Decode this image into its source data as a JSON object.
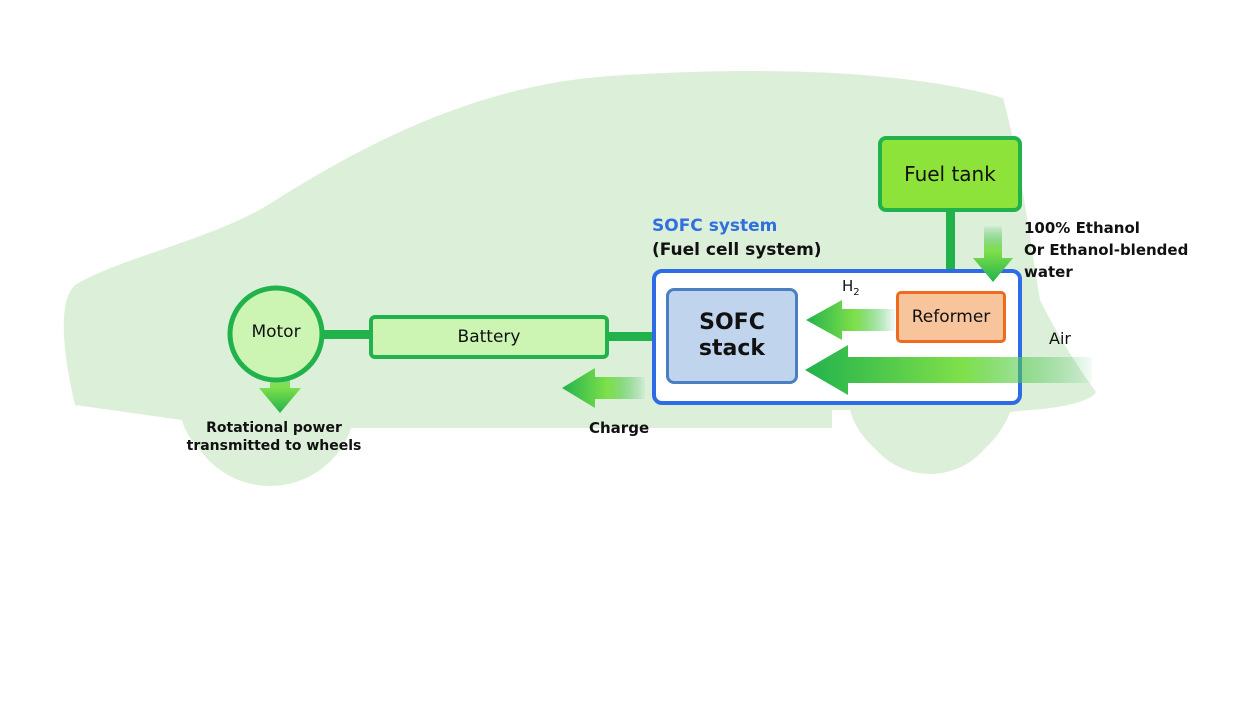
{
  "diagram": {
    "motor": "Motor",
    "battery": "Battery",
    "sofc_stack_line1": "SOFC",
    "sofc_stack_line2": "stack",
    "reformer": "Reformer",
    "fuel_tank": "Fuel tank",
    "sofc_system_title": "SOFC system",
    "sofc_system_subtitle": "(Fuel cell system)",
    "h2_label": "H",
    "h2_subscript": "2",
    "air_label": "Air",
    "charge_label": "Charge",
    "ethanol_line1": "100% Ethanol",
    "ethanol_line2": "Or Ethanol-blended",
    "ethanol_line3": "water",
    "rotational_line1": "Rotational power",
    "rotational_line2": "transmitted to wheels"
  },
  "colors": {
    "car_body": "#dcefd8",
    "connector_green": "#22b24c",
    "box_green_fill": "#ccf5b4",
    "fuel_tank_fill": "#8ee33a",
    "sofc_frame_blue": "#2e6be6",
    "sofc_stack_fill": "#c0d4ee",
    "sofc_stack_border": "#4a7fc0",
    "reformer_fill": "#f7c49c",
    "reformer_border": "#ee6a1e",
    "title_blue": "#2f6fe0"
  }
}
